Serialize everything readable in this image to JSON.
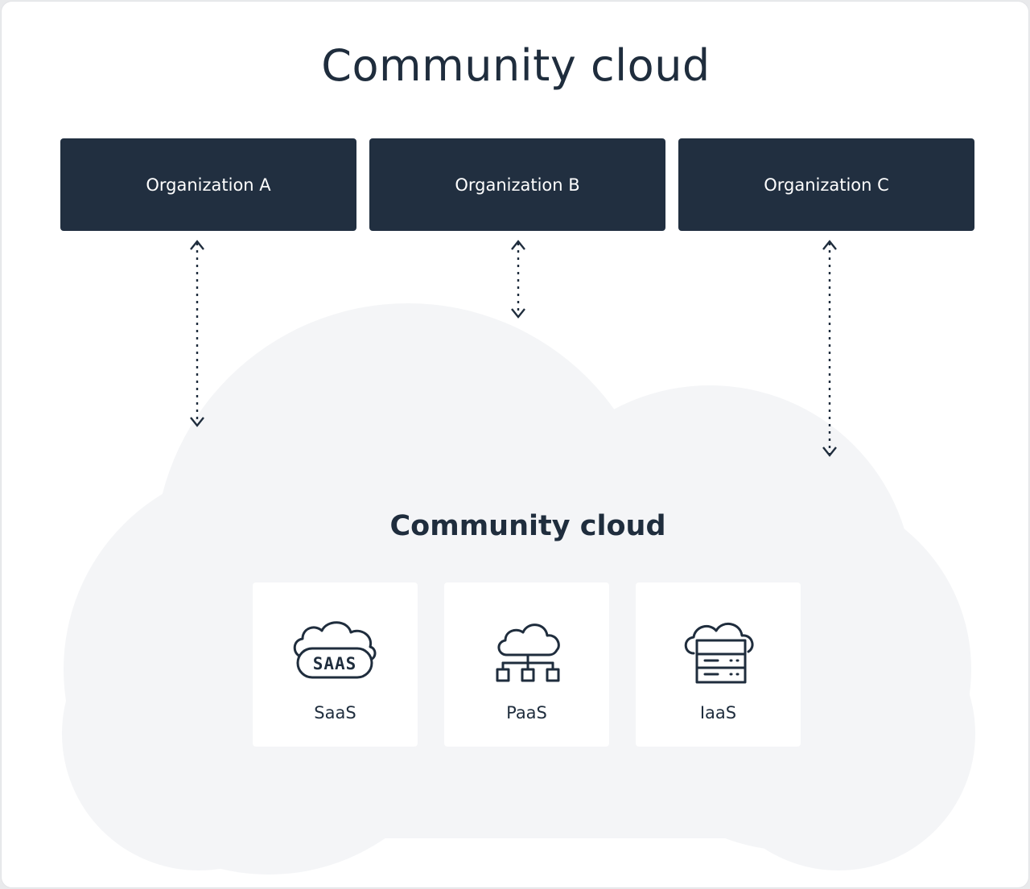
{
  "title": "Community cloud",
  "organizations": [
    {
      "label": "Organization A"
    },
    {
      "label": "Organization B"
    },
    {
      "label": "Organization C"
    }
  ],
  "cloud": {
    "title": "Community cloud",
    "services": [
      {
        "label": "SaaS",
        "icon": "saas-cloud-icon",
        "badge": "SAAS"
      },
      {
        "label": "PaaS",
        "icon": "platform-network-icon"
      },
      {
        "label": "IaaS",
        "icon": "server-rack-icon"
      }
    ]
  },
  "colors": {
    "dark_navy": "#212f40",
    "text": "#1f2d3d",
    "cloud_fill": "#f4f5f7",
    "background": "#ffffff"
  }
}
